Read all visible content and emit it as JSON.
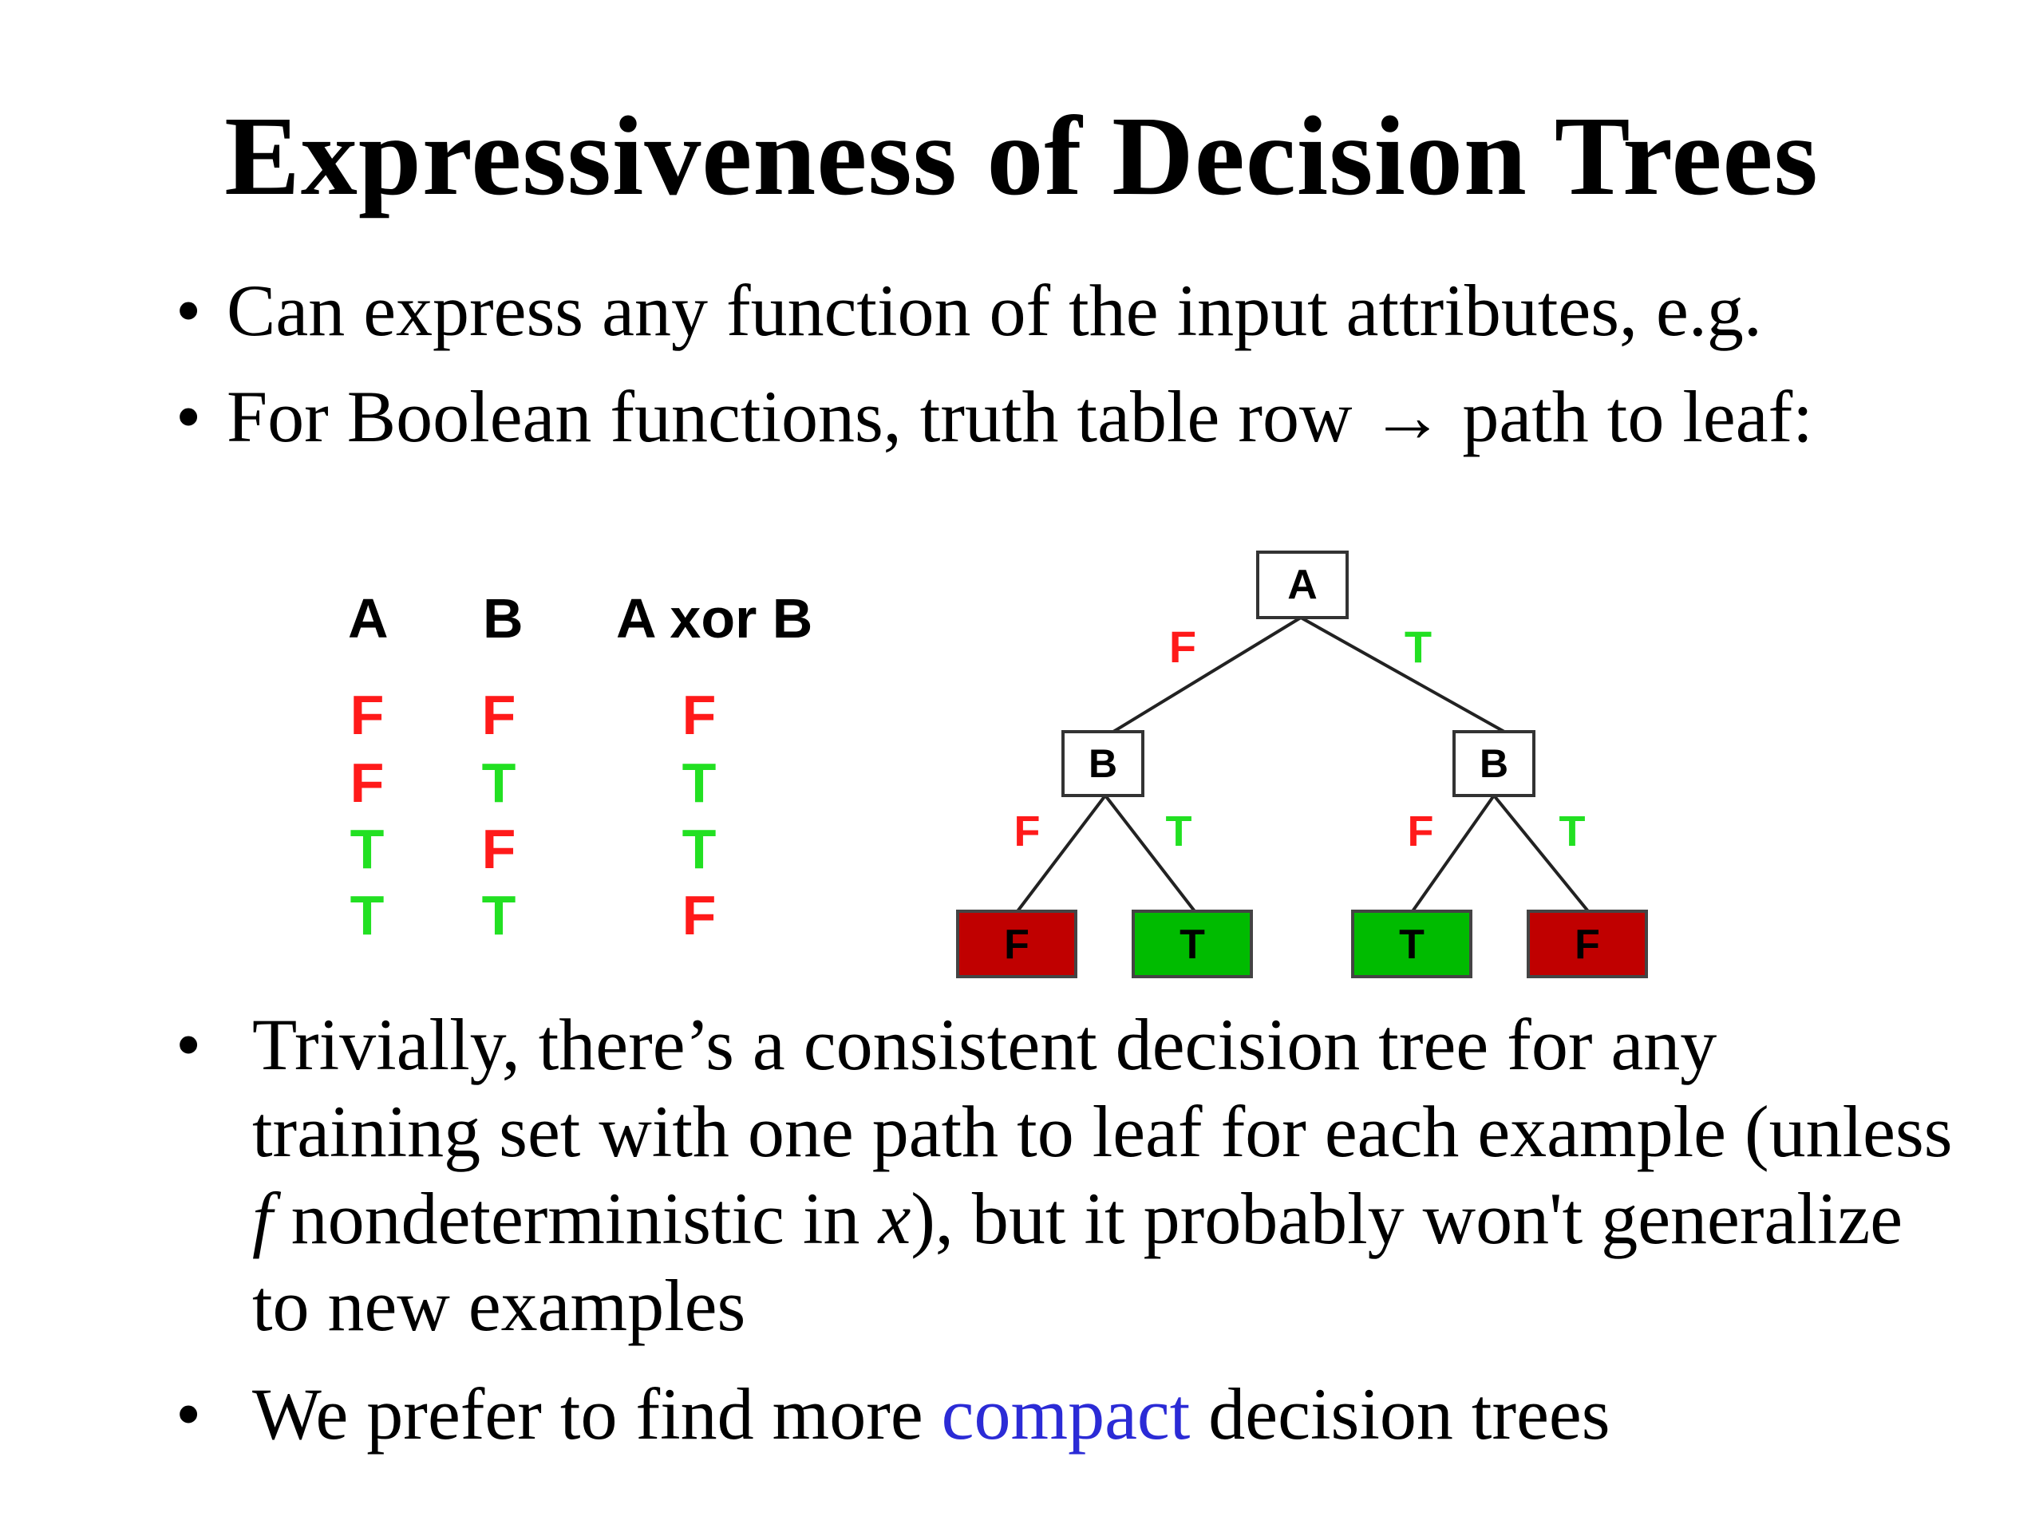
{
  "slide": {
    "title": "Expressiveness of Decision Trees",
    "bullet_symbol": "•",
    "bullets": [
      "Can express any function of the input attributes, e.g.",
      "For Boolean functions, truth table row → path to leaf:"
    ],
    "bullet3": {
      "part1": "Trivially, there’s a consistent decision tree for any training set with one path to leaf for each example (unless ",
      "f": "f",
      "part2": " nondeterministic in ",
      "x": "x",
      "part3": "), but it probably won't generalize to new examples"
    },
    "bullet4": {
      "before": "We prefer to find more ",
      "highlight": "compact",
      "after": " decision trees"
    }
  },
  "truth_table": {
    "headers": [
      "A",
      "B",
      "A xor B"
    ],
    "rows": [
      [
        "F",
        "F",
        "F"
      ],
      [
        "F",
        "T",
        "T"
      ],
      [
        "T",
        "F",
        "T"
      ],
      [
        "T",
        "T",
        "F"
      ]
    ]
  },
  "tree": {
    "root": "A",
    "root_left_edge": "F",
    "root_right_edge": "T",
    "left_node": "B",
    "right_node": "B",
    "left_node_edges": [
      "F",
      "T"
    ],
    "right_node_edges": [
      "F",
      "T"
    ],
    "leaves": [
      "F",
      "T",
      "T",
      "F"
    ]
  },
  "colors": {
    "false": "#ff1a1a",
    "true": "#22e022",
    "leaf_false": "#c00000",
    "leaf_true": "#00bb00",
    "accent": "#2b2bd6"
  }
}
